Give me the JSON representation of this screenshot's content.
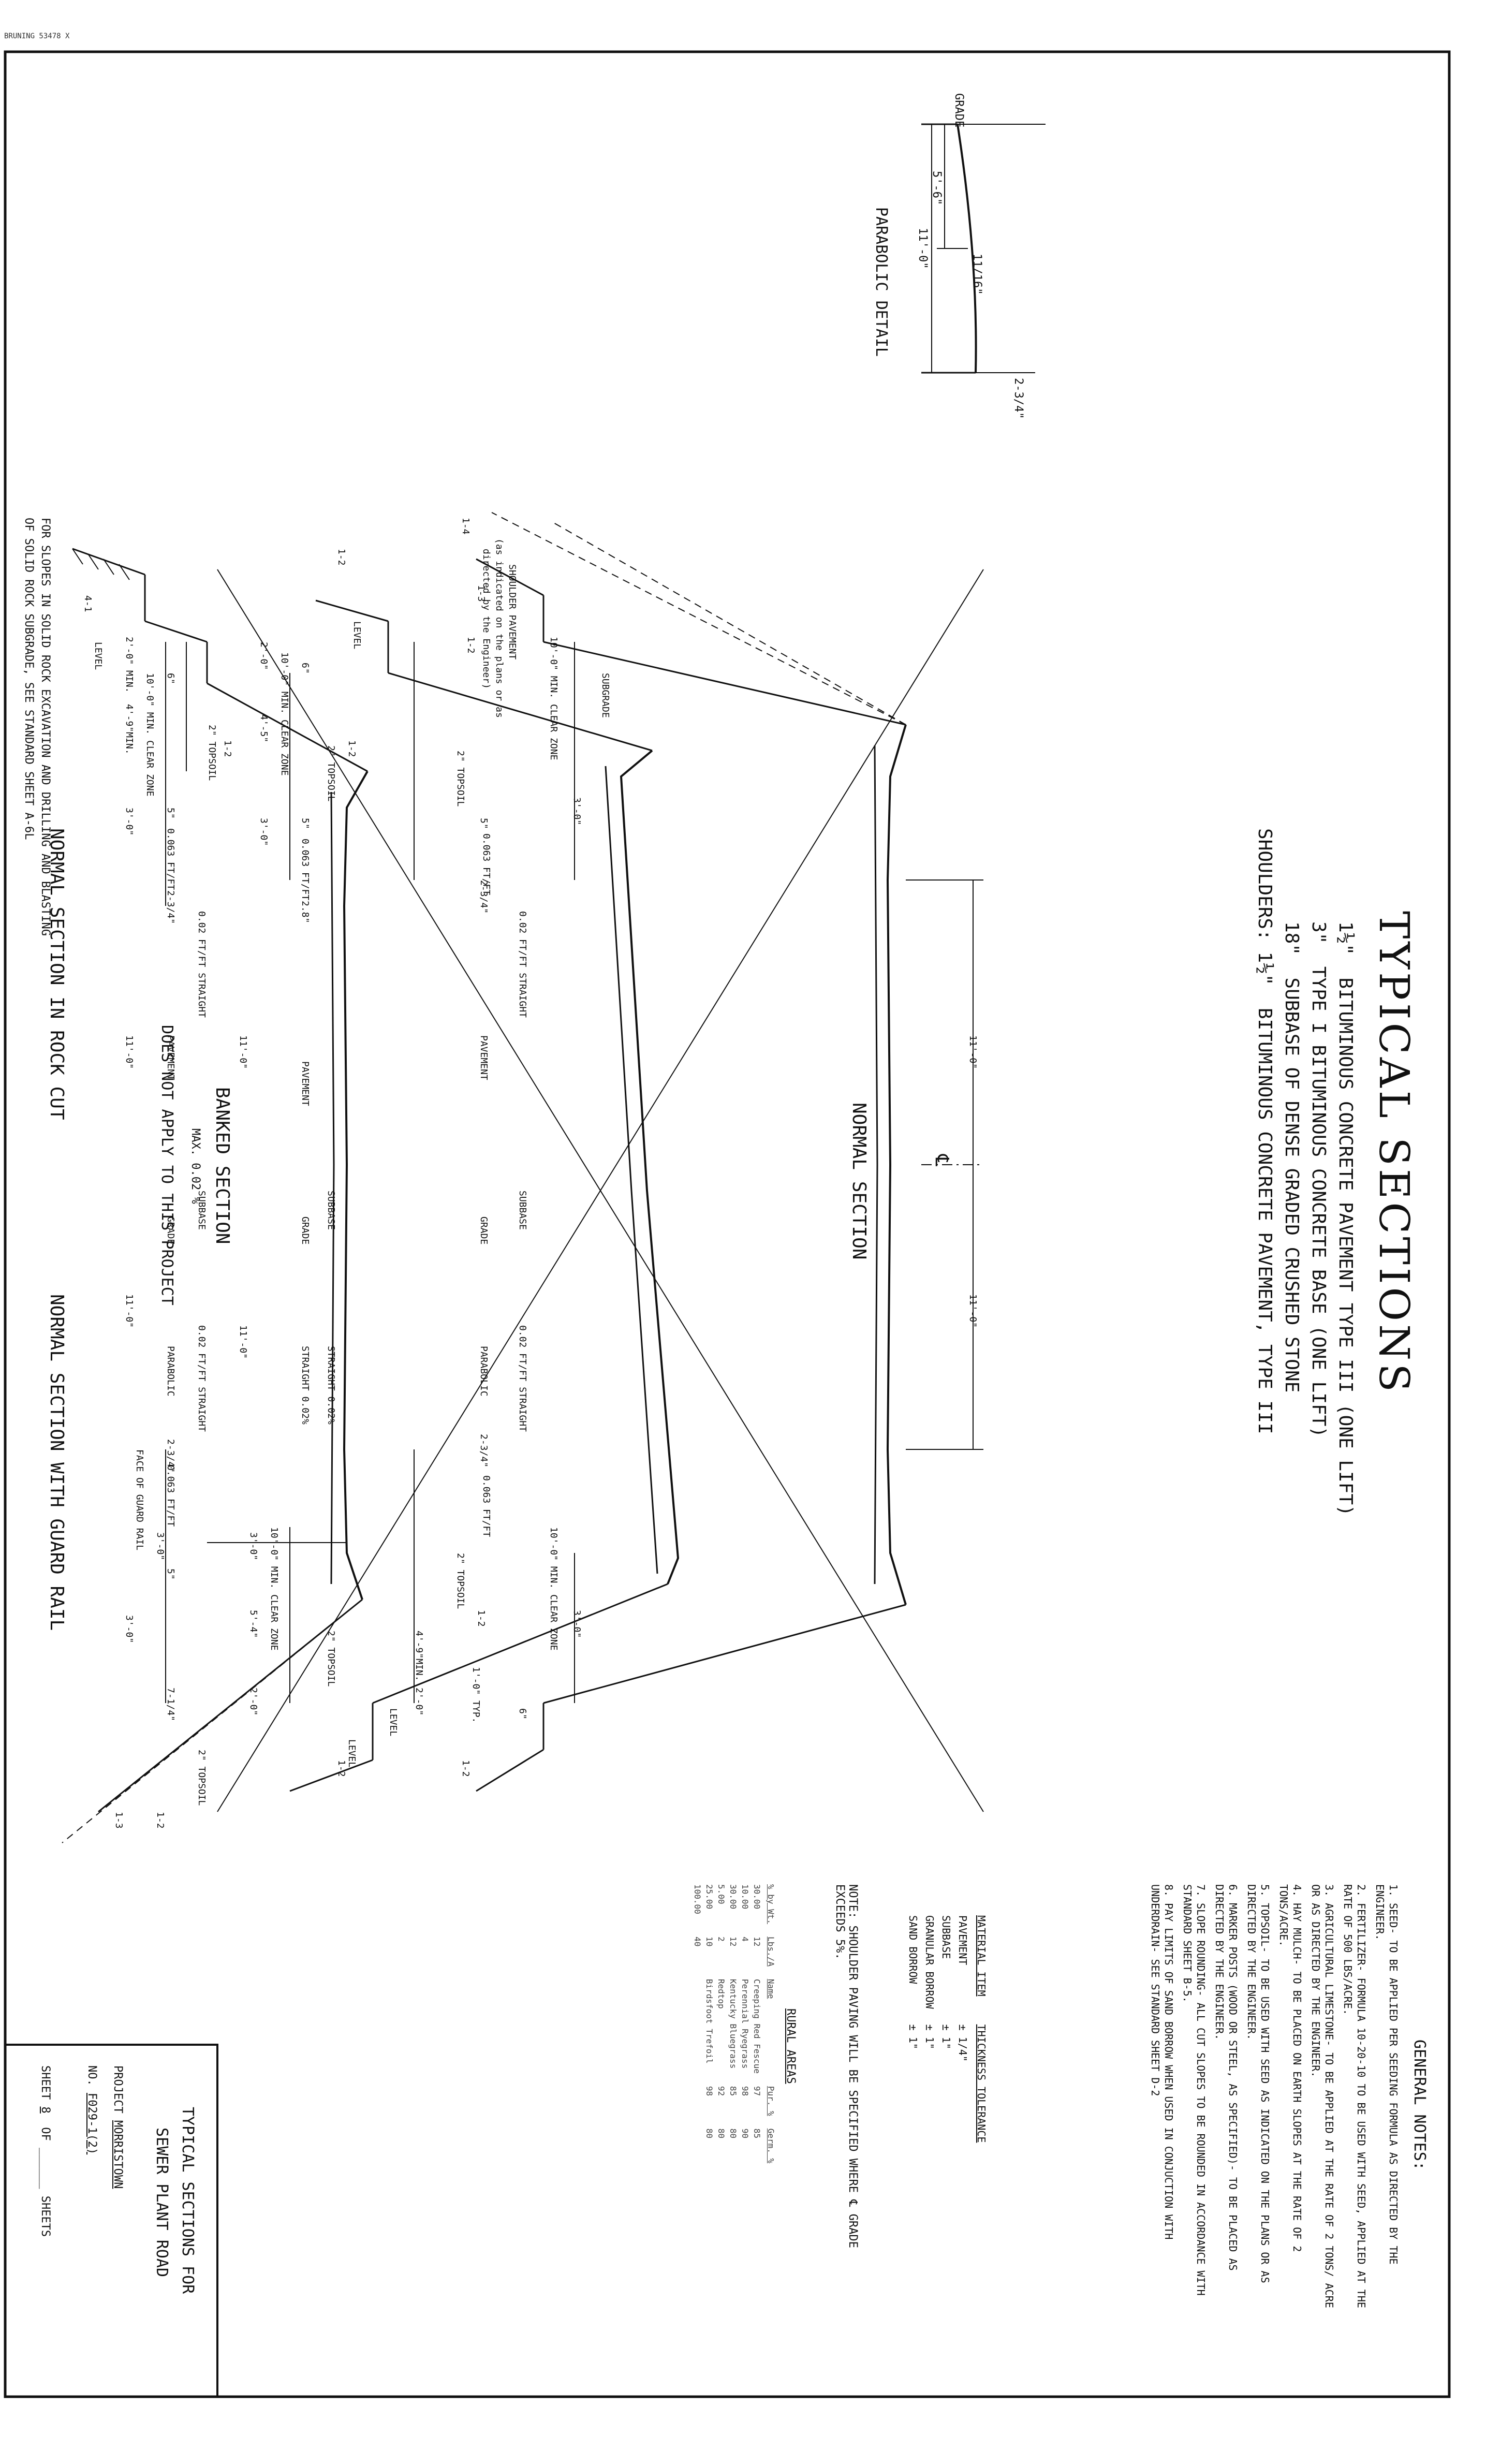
{
  "corner_text": "BRUNING 53478 X",
  "title": "TYPICAL SECTIONS",
  "pavement_spec": {
    "items": [
      {
        "thickness": "1½\"",
        "text": "BITUMINOUS CONCRETE PAVEMENT TYPE III (ONE LIFT)"
      },
      {
        "thickness": "3\"",
        "text": "TYPE I BITUMINOUS CONCRETE BASE (ONE LIFT)"
      },
      {
        "thickness": "18\"",
        "text": "SUBBASE OF DENSE GRADED CRUSHED STONE"
      }
    ],
    "shoulders_label": "SHOULDERS:",
    "shoulders_thickness": "1½\"",
    "shoulders_text": "BITUMINOUS CONCRETE PAVEMENT, TYPE III"
  },
  "parabolic_detail": {
    "title": "PARABOLIC DETAIL",
    "grade": "GRADE",
    "dim_11": "11'-0\"",
    "dim_5_6": "5'-6\"",
    "dim_11_16": "11/16\"",
    "dim_2_3_4": "2-3/4\""
  },
  "normal_section": {
    "title": "NORMAL SECTION",
    "left_clear_zone": "10'-0\" MIN. CLEAR ZONE",
    "right_clear_zone": "10'-0\" MIN. CLEAR ZONE",
    "dim_3_left": "3'-0\"",
    "dim_3_right": "3'-0\"",
    "dim_11_left": "11'-0\"",
    "dim_11_right": "11'-0\"",
    "dim_4_9": "4'-9\"MIN.",
    "dim_2_0": "2'-0\"",
    "dim_1_0_typ": "1'-0\" TYP.",
    "dim_6": "6\"",
    "dim_5": "5\"",
    "slope_left": "0.063 FT/FT",
    "slope_right": "0.063 FT/FT",
    "cross_left": "0.02 FT/FT STRAIGHT",
    "cross_right": "0.02 FT/FT STRAIGHT",
    "dim_234_left": "2-3/4\"",
    "dim_234_right": "2-3/4\"",
    "pavement": "PAVEMENT",
    "grade": "GRADE",
    "subbase": "SUBBASE",
    "parabolic": "PARABOLIC",
    "topsoil_left": "2\" TOPSOIL",
    "topsoil_right": "2\" TOPSOIL",
    "subgrade": "SUBGRADE",
    "level": "LEVEL",
    "slope_1_2_left": "1-2",
    "slope_1_2_right": "1-2",
    "slope_1_2_inner": "1-2",
    "slope_1_3": "1-3",
    "slope_1_4": "1-4",
    "shoulder_note": "SHOULDER PAVEMENT",
    "shoulder_note_2": "(as indicated on the plans or as",
    "shoulder_note_3": "directed by the Engineer)"
  },
  "banked_section": {
    "title": "BANKED SECTION",
    "max": "MAX. 0.02 %",
    "not_apply": "DOES NOT APPLY TO THIS PROJECT",
    "left_clear_zone": "10'-0\" MIN. CLEAR ZONE",
    "right_clear_zone": "10'-0\" MIN. CLEAR ZONE",
    "dim_2_0": "2'-0\"",
    "dim_4_5": "4'-5\"",
    "dim_3_0_left": "3'-0\"",
    "dim_3_0_right": "3'-0\"",
    "dim_5_4": "5'-4\"",
    "dim_2_0_right": "2'-0\"",
    "dim_11_left": "11'-0\"",
    "dim_11_right": "11'-0\"",
    "dim_6": "6\"",
    "dim_5": "5\"",
    "dim_2_8": "2.8\"",
    "slope": "0.063 FT/FT",
    "topsoil_left": "2\" TOPSOIL",
    "topsoil_right": "2\" TOPSOIL",
    "pavement": "PAVEMENT",
    "grade": "GRADE",
    "subbase": "SUBBASE",
    "straight_1": "STRAIGHT 0.02%",
    "straight_2": "STRAIGHT 0.02%",
    "level_left": "LEVEL",
    "level_right": "LEVEL",
    "slope_1_2_left": "1-2",
    "slope_1_2_right": "1-2",
    "slope_1_2_left_upper": "1-2"
  },
  "rock_cut": {
    "title": "NORMAL SECTION IN ROCK CUT",
    "clear_zone": "10'-0\" MIN. CLEAR ZONE",
    "dim_2_0": "2'-0\" MIN.",
    "dim_4_9": "4'-9\"MIN.",
    "dim_3_0": "3'-0\"",
    "dim_11": "11'-0\"",
    "dim_6": "6\"",
    "dim_5": "5\"",
    "slope": "0.063 FT/FT",
    "cross": "0.02 FT/FT STRAIGHT",
    "dim_234": "2-3/4\"",
    "topsoil": "2\" TOPSOIL",
    "pavement": "PAVEMENT",
    "level": "LEVEL",
    "slope_1_2": "1-2",
    "slope_4_1": "4-1",
    "note": "FOR SLOPES IN SOLID ROCK EXCAVATION AND DRILLING AND BLASTING",
    "note_2": "OF SOLID ROCK SUBGRADE, SEE STANDARD SHEET A-6L"
  },
  "guard_rail": {
    "title": "NORMAL SECTION WITH GUARD RAIL",
    "face": "FACE OF GUARD RAIL",
    "dim_11": "11'-0\"",
    "dim_3_0_a": "3'-0\"",
    "dim_3_0_b": "3'-0\"",
    "dim_5": "5\"",
    "dim_7_1_4": "7-1/4\"",
    "dim_234": "2-3/4\"",
    "slope": "0.063 FT/FT",
    "cross": "0.02 FT/FT STRAIGHT",
    "grade": "GRADE",
    "subbase": "SUBBASE",
    "parabolic": "PARABOLIC",
    "topsoil": "2\" TOPSOIL",
    "slope_1_2": "1-2",
    "slope_1_3": "1-3"
  },
  "centerline": "℄",
  "general_notes": {
    "title": "GENERAL NOTES:",
    "items": [
      "1. SEED- TO BE APPLIED PER SEEDING FORMULA AS DIRECTED BY THE ENGINEER.",
      "2. FERTILIZER- FORMULA 10-20-10 TO BE USED WITH SEED, APPLIED AT THE RATE OF 500 LBS/ACRE.",
      "3. AGRICULTURAL LIMESTONE- TO BE APPLIED AT THE RATE OF 2 TONS/ ACRE OR AS DIRECTED BY THE ENGINEER.",
      "4. HAY MULCH- TO BE PLACED ON EARTH SLOPES AT THE RATE OF 2 TONS/ACRE.",
      "5. TOPSOIL- TO BE USED WITH SEED AS INDICATED ON THE PLANS OR AS DIRECTED BY THE ENGINEER.",
      "6. MARKER POSTS (WOOD OR STEEL, AS SPECIFIED)- TO BE PLACED AS DIRECTED BY THE ENGINEER.",
      "7. SLOPE ROUNDING- ALL CUT SLOPES TO BE ROUNDED IN ACCORDANCE WITH STANDARD SHEET B-5.",
      "8. PAY LIMITS OF SAND BORROW WHEN USED IN CONJUCTION WITH UNDERDRAIN- SEE STANDARD SHEET D-2"
    ]
  },
  "tolerance": {
    "headers": [
      "MATERIAL ITEM",
      "THICKNESS TOLERANCE"
    ],
    "rows": [
      [
        "PAVEMENT",
        "± 1/4\""
      ],
      [
        "SUBBASE",
        "± 1\""
      ],
      [
        "GRANULAR BORROW",
        "± 1\""
      ],
      [
        "SAND BORROW",
        "± 1\""
      ]
    ]
  },
  "shoulder_paving_note": "NOTE: SHOULDER PAVING WILL BE SPECIFIED WHERE ℄ GRADE EXCEEDS 5%.",
  "rural_areas": {
    "title": "RURAL AREAS",
    "headers": [
      "% by Wt.",
      "Lbs./A",
      "Name",
      "Pur. %",
      "Germ. %"
    ],
    "rows": [
      [
        "30.00",
        "12",
        "Creeping Red Fescue",
        "97",
        "85"
      ],
      [
        "10.00",
        "4",
        "Perennial Ryegrass",
        "98",
        "90"
      ],
      [
        "30.00",
        "12",
        "Kentucky Bluegrass",
        "85",
        "80"
      ],
      [
        "5.00",
        "2",
        "Redtop",
        "92",
        "80"
      ],
      [
        "25.00",
        "10",
        "Birdsfoot Trefoil",
        "98",
        "80"
      ],
      [
        "100.00",
        "40",
        "",
        "",
        ""
      ]
    ]
  },
  "title_block": {
    "line1": "TYPICAL SECTIONS FOR",
    "line2": "SEWER PLANT ROAD",
    "project_label": "PROJECT",
    "project": "MORRISTOWN",
    "no_label": "NO.",
    "no": "F029-1(2)",
    "sheet_label": "SHEET",
    "sheet": "8",
    "of_label": "OF",
    "sheets_label": "SHEETS"
  }
}
